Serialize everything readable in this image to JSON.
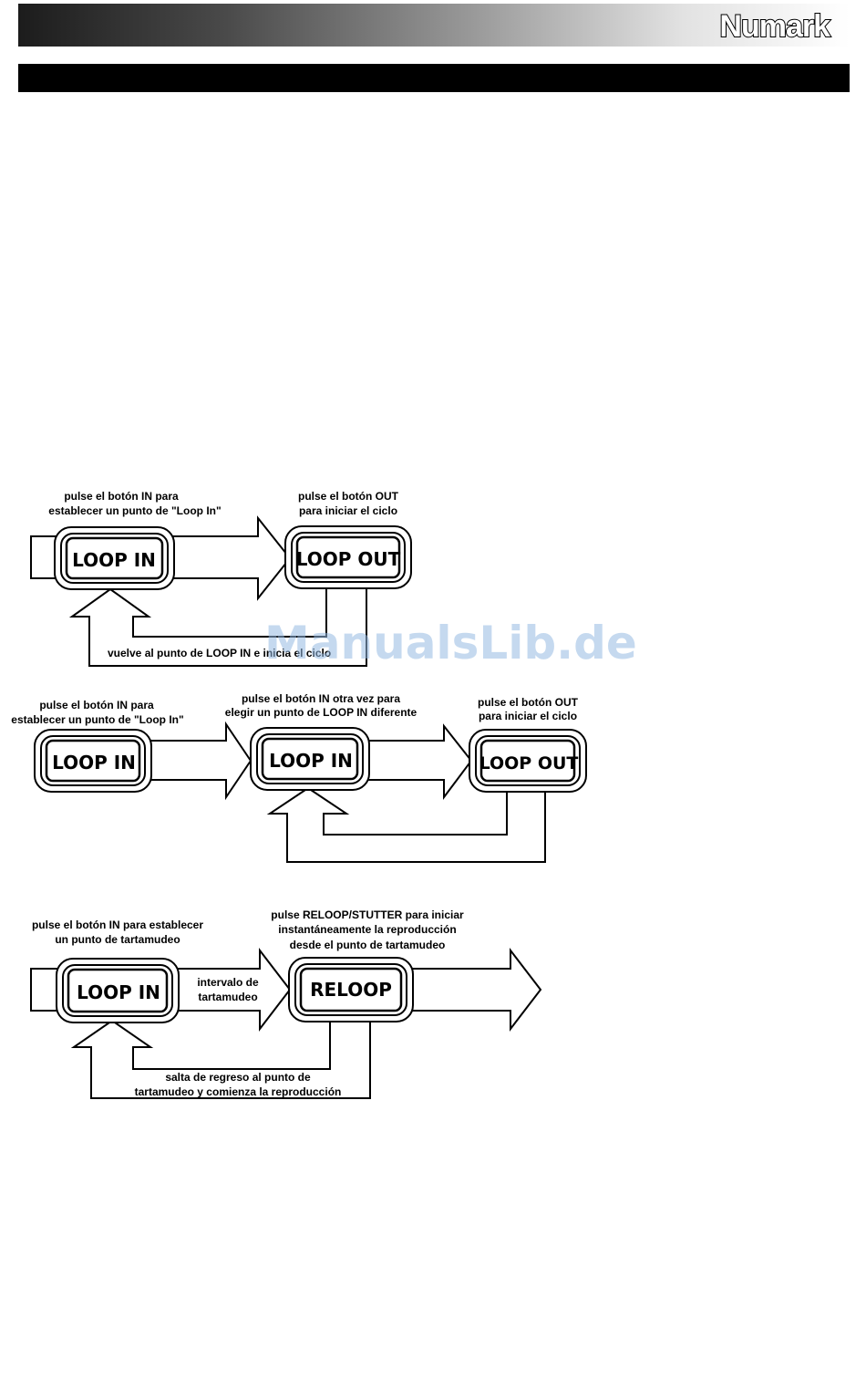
{
  "header": {
    "logo_text": "Numark"
  },
  "watermark": "ManualsLib.de",
  "diagram1": {
    "label_in_1": "pulse el botón IN para",
    "label_in_2": "establecer un punto de \"Loop In\"",
    "label_out_1": "pulse el botón OUT",
    "label_out_2": "para iniciar el ciclo",
    "button_loop_in": "LOOP IN",
    "button_loop_out": "LOOP OUT",
    "return_label": "vuelve al punto de LOOP IN e inicia el ciclo"
  },
  "diagram2": {
    "label_in_1": "pulse el botón IN para",
    "label_in_2": "establecer un punto de \"Loop In\"",
    "label_mid_1": "pulse el botón IN otra vez para",
    "label_mid_2": "elegir un punto de LOOP IN diferente",
    "label_out_1": "pulse el botón OUT",
    "label_out_2": "para iniciar el ciclo",
    "button_loop_in_1": "LOOP IN",
    "button_loop_in_2": "LOOP IN",
    "button_loop_out": "LOOP OUT"
  },
  "diagram3": {
    "label_in_1": "pulse el botón IN para establecer",
    "label_in_2": "un punto de tartamudeo",
    "label_reloop_1": "pulse RELOOP/STUTTER para iniciar",
    "label_reloop_2": "instantáneamente la reproducción",
    "label_reloop_3": "desde el punto de tartamudeo",
    "interval_1": "intervalo de",
    "interval_2": "tartamudeo",
    "button_loop_in": "LOOP IN",
    "button_reloop": "RELOOP",
    "return_1": "salta de regreso al punto de",
    "return_2": "tartamudeo y comienza la reproducción"
  }
}
